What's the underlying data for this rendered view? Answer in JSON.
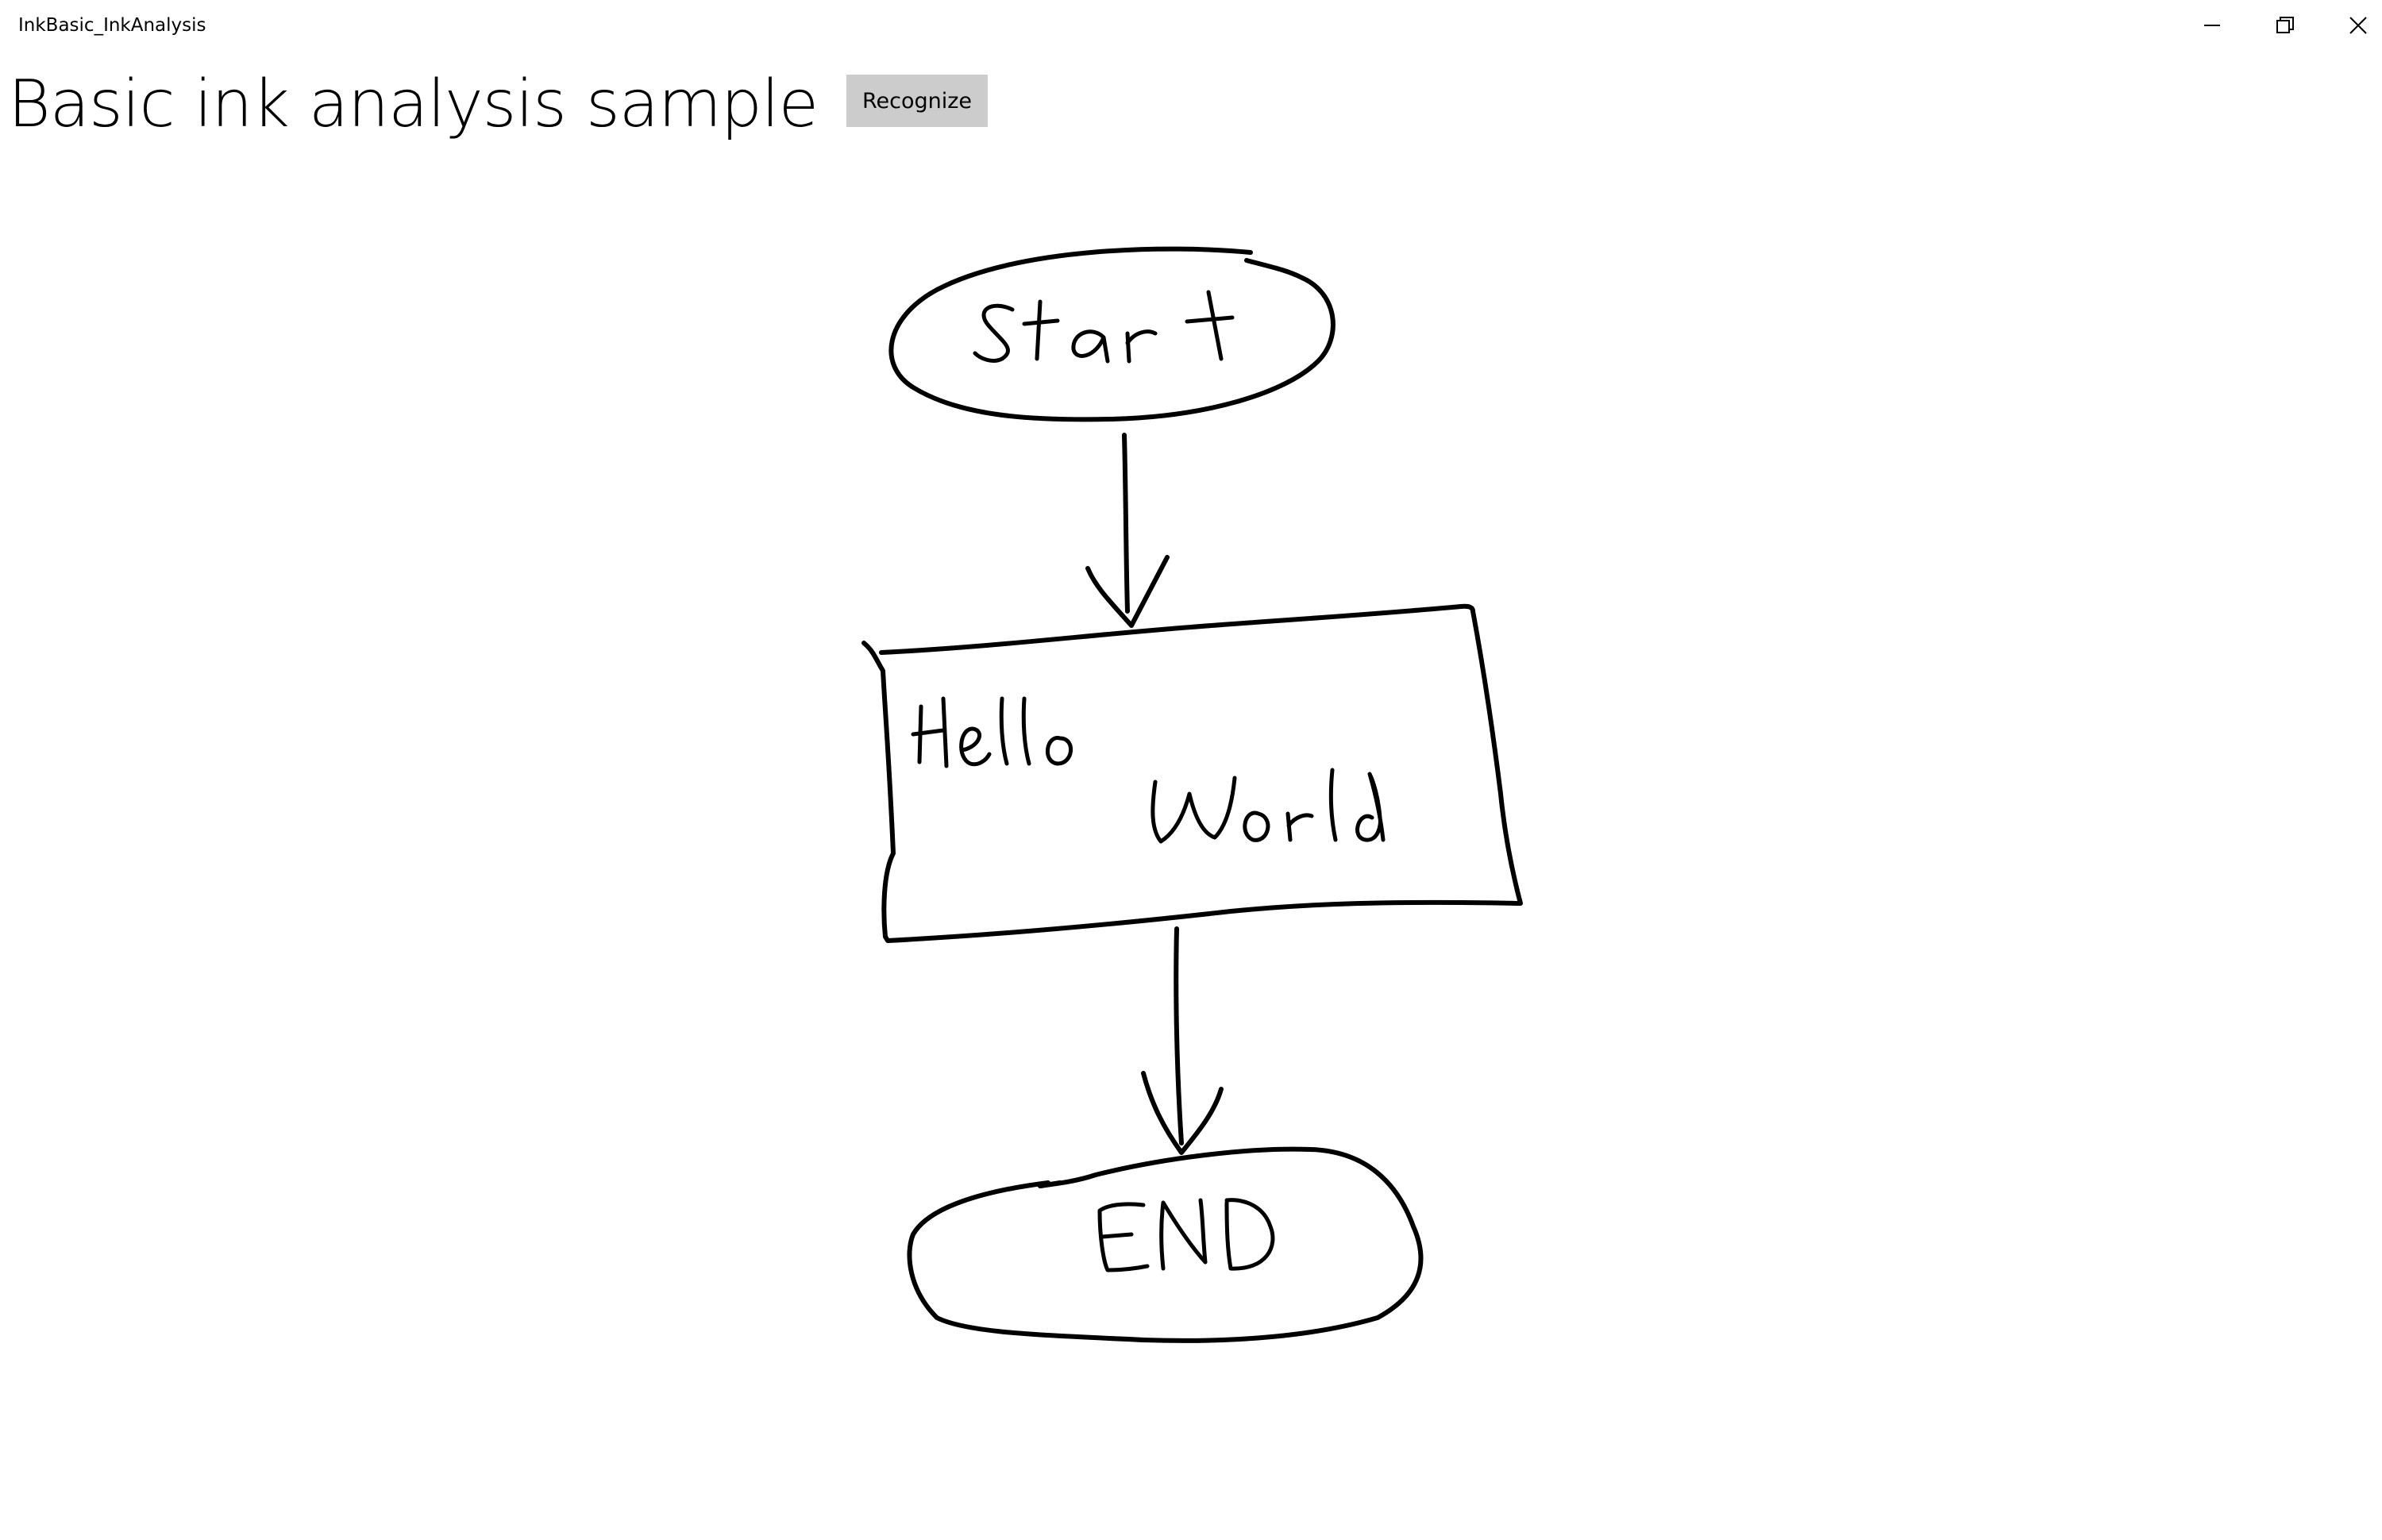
{
  "window": {
    "title": "InkBasic_InkAnalysis",
    "controls": {
      "minimize_icon": "minimize-icon",
      "restore_icon": "restore-icon",
      "close_icon": "close-icon"
    }
  },
  "header": {
    "title": "Basic ink analysis sample",
    "recognize_label": "Recognize"
  },
  "canvas": {
    "ink_color": "#000000",
    "words": [
      "Start",
      "Hello",
      "World",
      "END"
    ]
  },
  "colors": {
    "background": "#ffffff",
    "button_background": "#cccccc",
    "text": "#000000"
  }
}
